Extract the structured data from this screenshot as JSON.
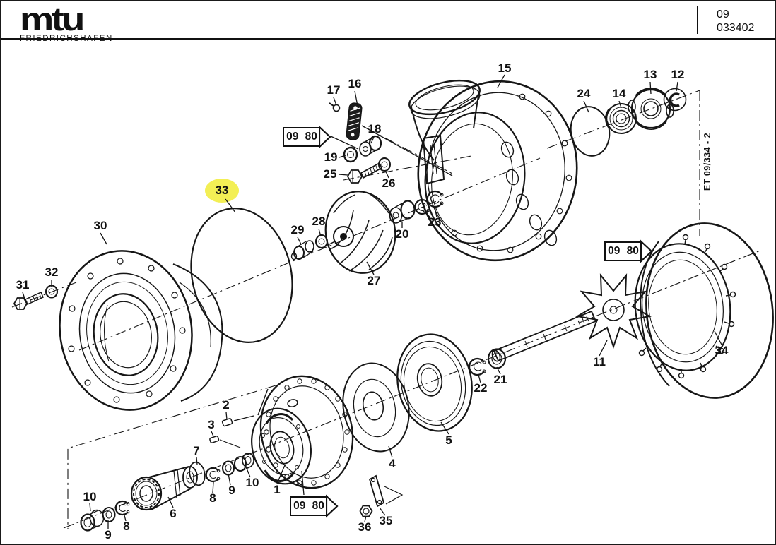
{
  "header": {
    "logo": "mtu",
    "logo_sub": "FRIEDRICHSHAFEN",
    "doc_line1": "09",
    "doc_line2": "033402"
  },
  "side_label": "ET 09/334 - 2",
  "ref_box": {
    "label": "09 80"
  },
  "highlight": {
    "part": "33",
    "color": "#f3ef55"
  },
  "labels": {
    "1": "1",
    "2": "2",
    "3": "3",
    "4": "4",
    "5": "5",
    "6": "6",
    "7": "7",
    "8": "8",
    "9": "9",
    "10": "10",
    "11": "11",
    "12": "12",
    "13": "13",
    "14": "14",
    "15": "15",
    "16": "16",
    "17": "17",
    "18": "18",
    "19": "19",
    "20": "20",
    "21": "21",
    "22": "22",
    "23": "23",
    "24": "24",
    "25": "25",
    "26": "26",
    "27": "27",
    "28": "28",
    "29": "29",
    "30": "30",
    "31": "31",
    "32": "32",
    "33": "33",
    "34": "34",
    "35": "35",
    "36": "36"
  }
}
